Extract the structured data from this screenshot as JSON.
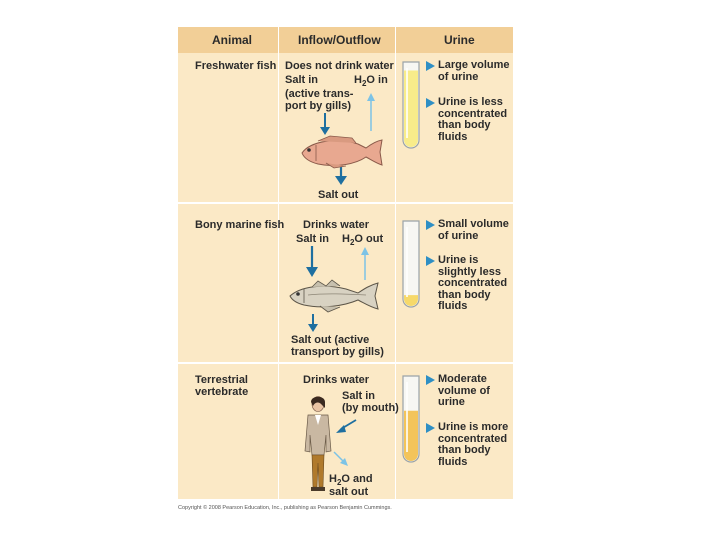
{
  "header": {
    "col1": "Animal",
    "col2": "Inflow/Outflow",
    "col3": "Urine"
  },
  "rows": [
    {
      "animal": "Freshwater fish",
      "top": "Does not drink water",
      "left_label": "Salt in",
      "h2o_right": "in",
      "active": "(active trans-\nport by gills)",
      "bottom": "Salt out",
      "bullet1": "Large volume of urine",
      "bullet2": "Urine is less concentrated than body fluids",
      "urine_level": 0.92,
      "urine_color": "#f8ec8a"
    },
    {
      "animal": "Bony marine fish",
      "top": "Drinks water",
      "left_label": "Salt in",
      "h2o_right": "out",
      "bottom": "Salt out (active\ntransport by gills)",
      "bullet1": "Small volume of urine",
      "bullet2": "Urine is slightly less concentrated than body fluids",
      "urine_level": 0.12,
      "urine_color": "#f6d96a"
    },
    {
      "animal": "Terrestrial vertebrate",
      "top": "Drinks water",
      "salt_in": "Salt in\n(by mouth)",
      "h2o_and": "and",
      "salt_out": "salt out",
      "bullet1": "Moderate volume of urine",
      "bullet2": "Urine is more concentrated than body fluids",
      "urine_level": 0.6,
      "urine_color": "#f3c45a"
    }
  ],
  "h2o": {
    "h": "H",
    "sub": "2",
    "o": "O"
  },
  "copyright": "Copyright © 2008 Pearson Education, Inc., publishing as Pearson Benjamin Cummings.",
  "colors": {
    "header": "#f2cf97",
    "cell": "#fbe9c6",
    "arrow_dark": "#1e6fa0",
    "arrow_light": "#7cc3e6"
  }
}
